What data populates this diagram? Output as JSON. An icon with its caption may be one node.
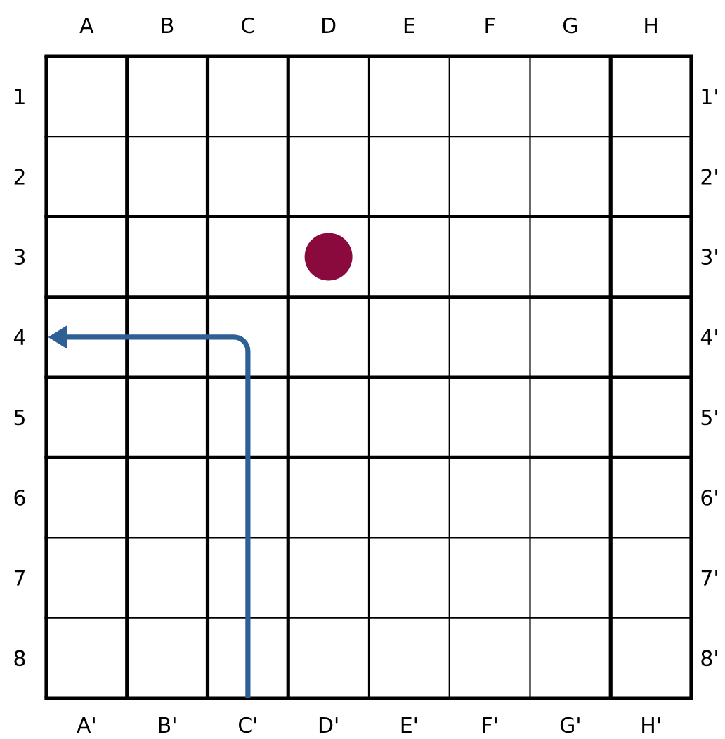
{
  "diagram": {
    "labels": [
      "A",
      "B",
      "C",
      "D",
      "E",
      "F",
      "G",
      "H",
      "1",
      "1'",
      "2",
      "2'",
      "3",
      "3'",
      "4",
      "4'",
      "5",
      "5'",
      "6",
      "6'",
      "7",
      "7'",
      "8",
      "8'",
      "A'",
      "B'",
      "C'",
      "D'",
      "E'",
      "F'",
      "G'",
      "H'"
    ]
  }
}
